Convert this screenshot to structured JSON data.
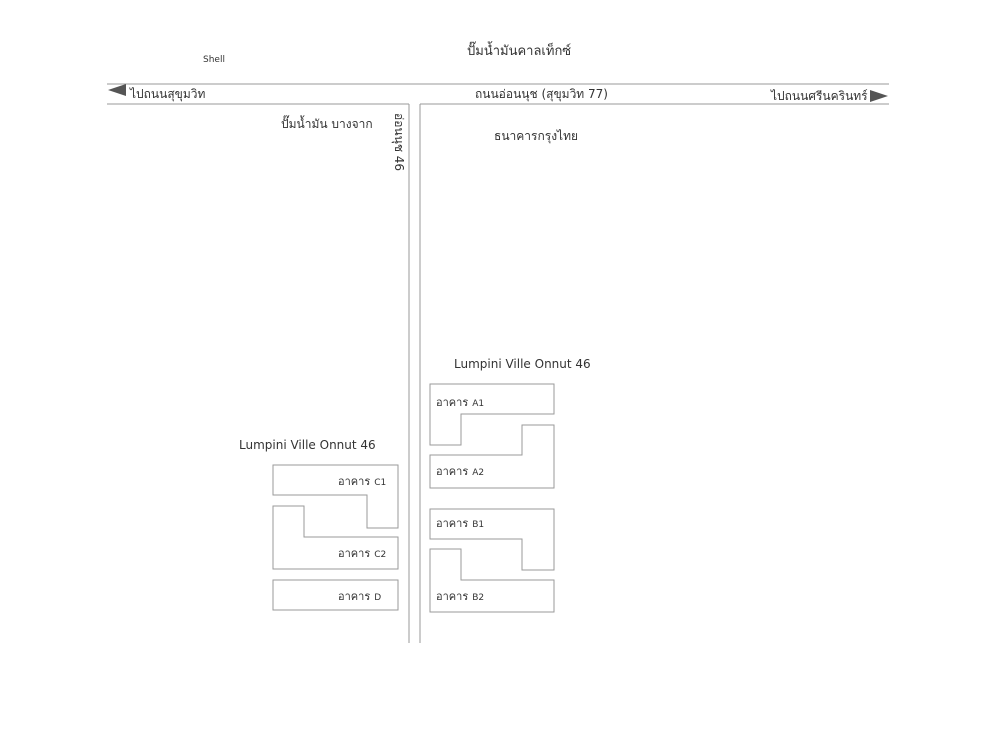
{
  "map": {
    "labels": {
      "shell": "Shell",
      "caltex": "ปั๊มน้ำมันคาลเท็กซ์",
      "to_sukhumvit": "ไปถนนสุขุมวิท",
      "on_nut_road": "ถนนอ่อนนุช (สุขุมวิท 77)",
      "to_srinakarin": "ไปถนนศรีนครินทร์",
      "bangchak": "ปั๊มน้ำมัน บางจาก",
      "krungthai_bank": "ธนาคารกรุงไทย",
      "soi_onnut_46": "อ่อนนุช 46",
      "lumpini_right": "Lumpini Ville Onnut 46",
      "lumpini_left": "Lumpini Ville Onnut 46"
    },
    "buildings": {
      "prefix": "อาคาร",
      "a1": "A1",
      "a2": "A2",
      "b1": "B1",
      "b2": "B2",
      "c1": "C1",
      "c2": "C2",
      "d": "D"
    },
    "icons": {
      "left_arrow": "arrow-left-icon",
      "right_arrow": "arrow-right-icon"
    },
    "colors": {
      "line": "#9a9a9a",
      "text": "#333333",
      "arrow": "#555555"
    }
  }
}
